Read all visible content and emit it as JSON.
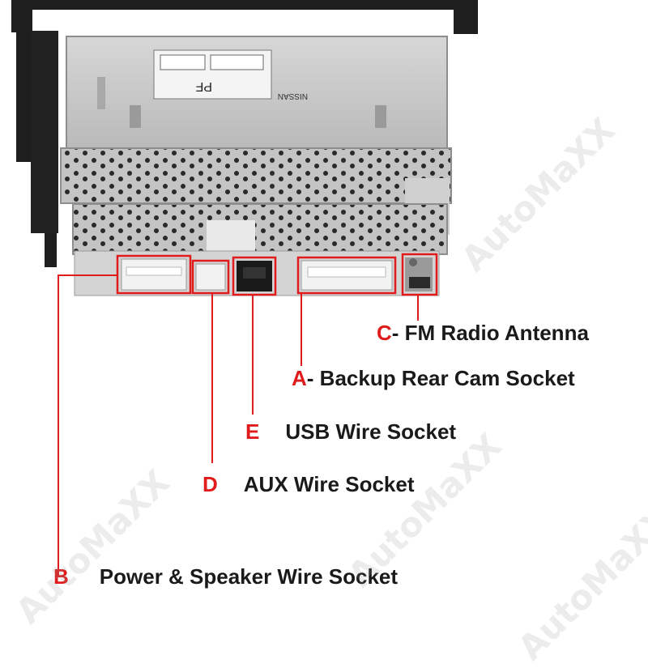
{
  "watermark": "AutoMaXX",
  "colors": {
    "callout": "#e01b1b",
    "text": "#1a1a1a",
    "metal": "#c9c9c9",
    "bracket": "#1e1e1e",
    "connector": "#f2f2f2"
  },
  "labels": [
    {
      "id": "C",
      "letter": "C",
      "text": "- FM Radio Antenna"
    },
    {
      "id": "A",
      "letter": "A",
      "text": "- Backup Rear Cam Socket"
    },
    {
      "id": "E",
      "letter": "E",
      "text": "USB Wire Socket"
    },
    {
      "id": "D",
      "letter": "D",
      "text": "AUX Wire Socket"
    },
    {
      "id": "B",
      "letter": "B",
      "text": "Power & Speaker Wire Socket"
    }
  ],
  "unit_label": {
    "brand": "NISSAN",
    "code": "PF"
  }
}
